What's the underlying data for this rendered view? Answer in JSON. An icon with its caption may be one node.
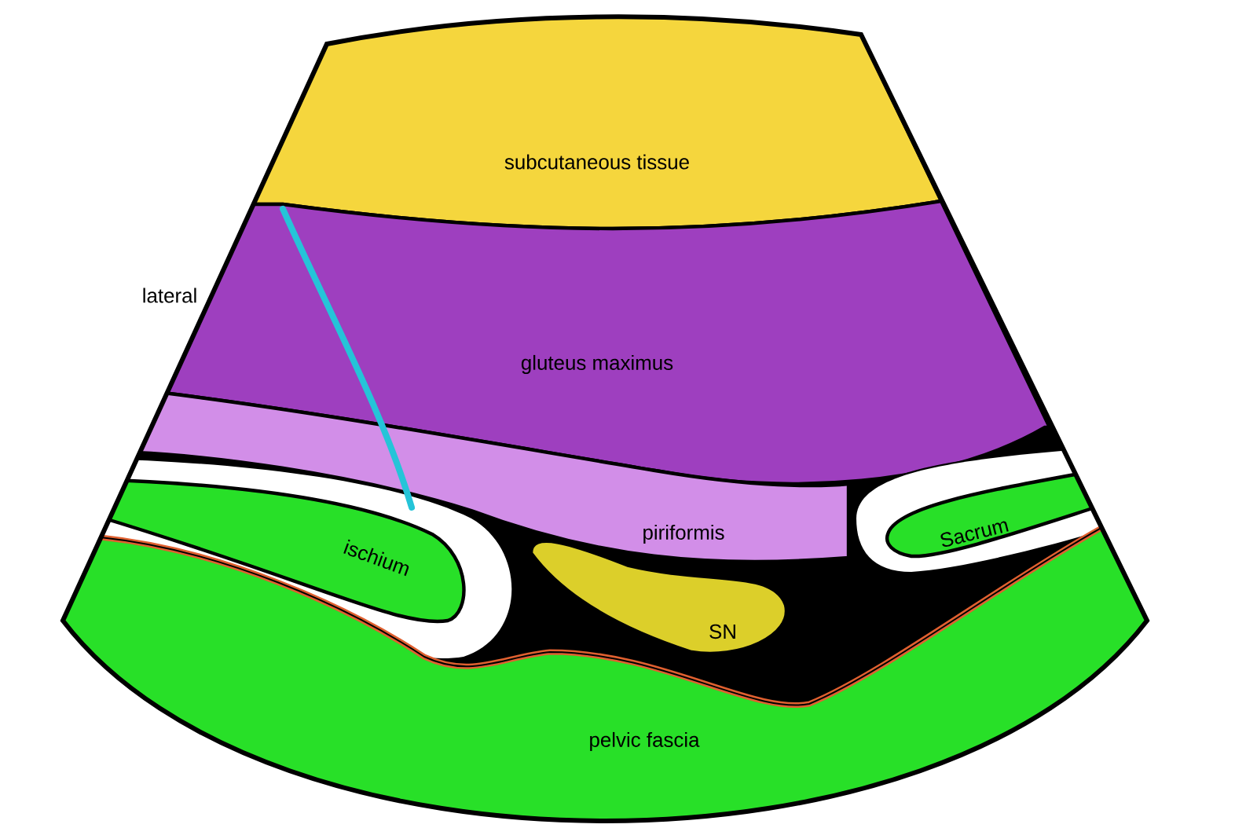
{
  "diagram": {
    "nodes": [
      {
        "text": [
          "subcutaneous tissue"
        ]
      },
      {
        "text": [
          "gluteus maximus"
        ]
      },
      {
        "text": [
          "piriformis"
        ]
      },
      {
        "text": [
          "Sacrum"
        ]
      },
      {
        "text": [
          "ischium"
        ]
      },
      {
        "text": [
          "SN"
        ]
      },
      {
        "text": [
          "pelvic fascia"
        ]
      }
    ],
    "labels": [
      "lateral"
    ]
  }
}
